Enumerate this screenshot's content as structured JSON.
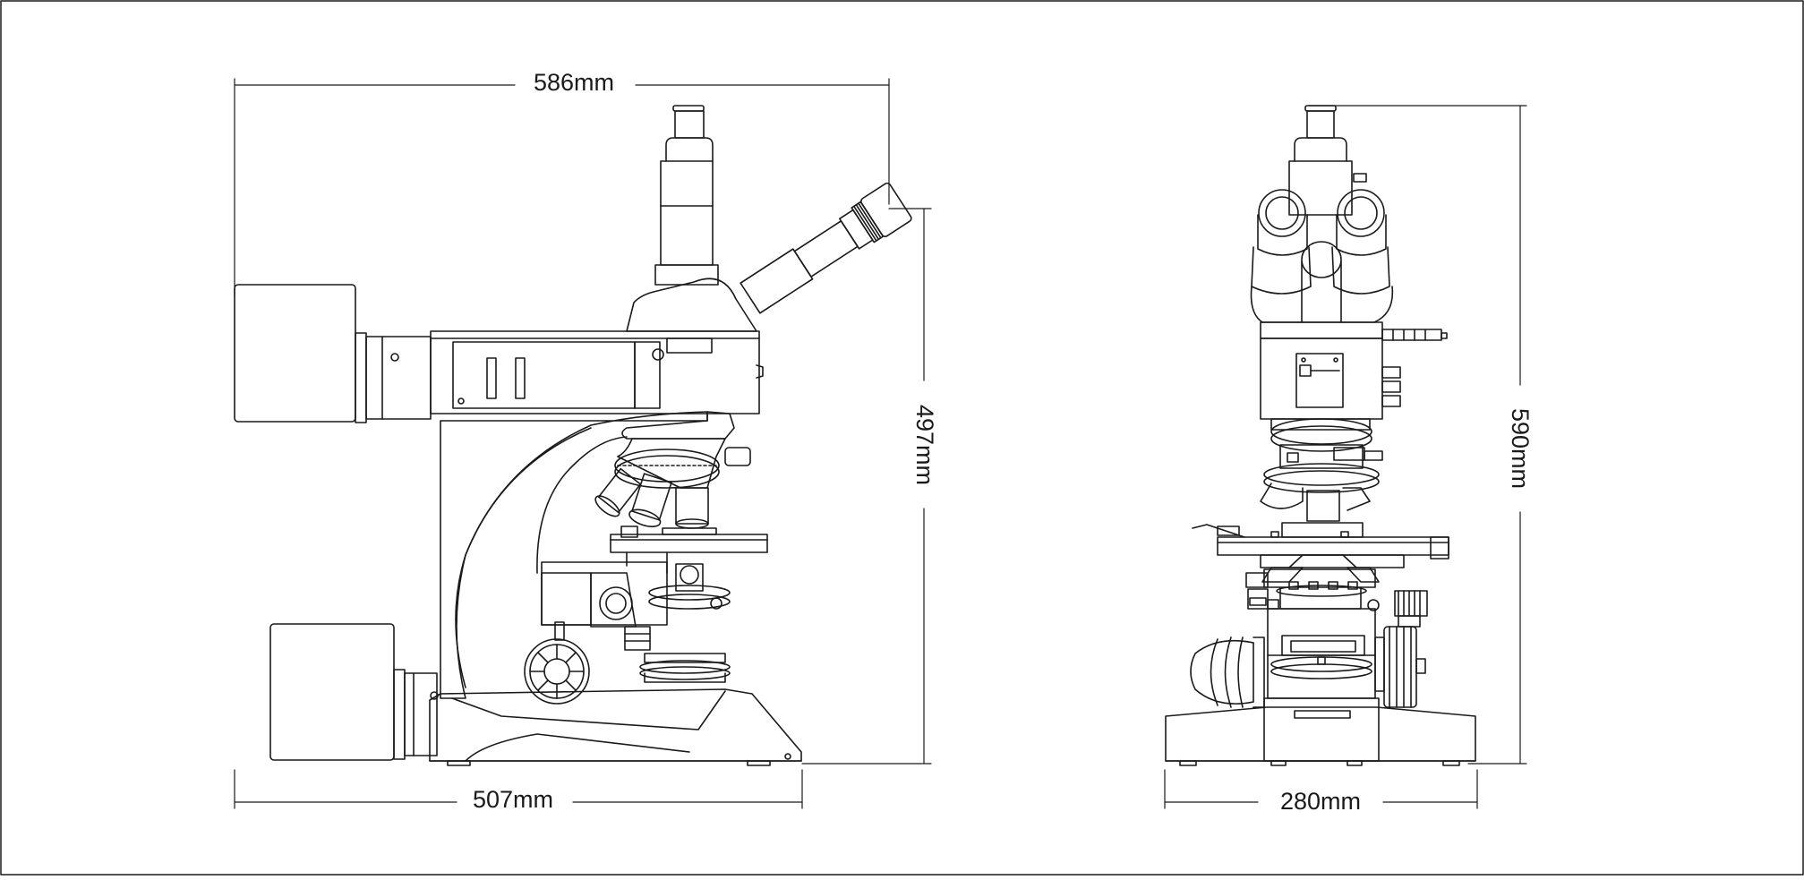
{
  "dimensions": {
    "side_width_top": "586mm",
    "side_height": "497mm",
    "side_base_width": "507mm",
    "front_height": "590mm",
    "front_base_width": "280mm"
  },
  "colors": {
    "line": "#1a1a1a",
    "background": "#ffffff"
  }
}
